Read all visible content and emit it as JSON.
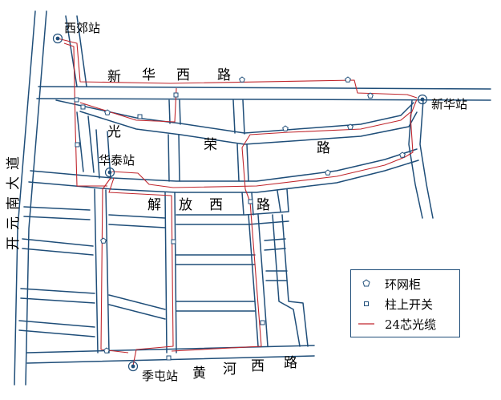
{
  "stations": {
    "xijiao": "西郊站",
    "xinhua": "新华站",
    "huatai": "华泰站",
    "jitun": "季屯站"
  },
  "roads": {
    "xinhua_west": [
      "新",
      "华",
      "西",
      "路"
    ],
    "guangrong": [
      "光",
      "荣",
      "路"
    ],
    "jiefang_west": [
      "解",
      "放",
      "西",
      "路"
    ],
    "huanghe_west": [
      "黄",
      "河",
      "西",
      "路"
    ],
    "kaiyuan_south": [
      "开",
      "元",
      "南",
      "大",
      "道"
    ]
  },
  "legend": {
    "ring_cabinet": "环网柜",
    "pole_switch": "柱上开关",
    "fiber_cable": "24芯光缆"
  },
  "colors": {
    "road": "#1f4e79",
    "cable": "#c0262d"
  }
}
